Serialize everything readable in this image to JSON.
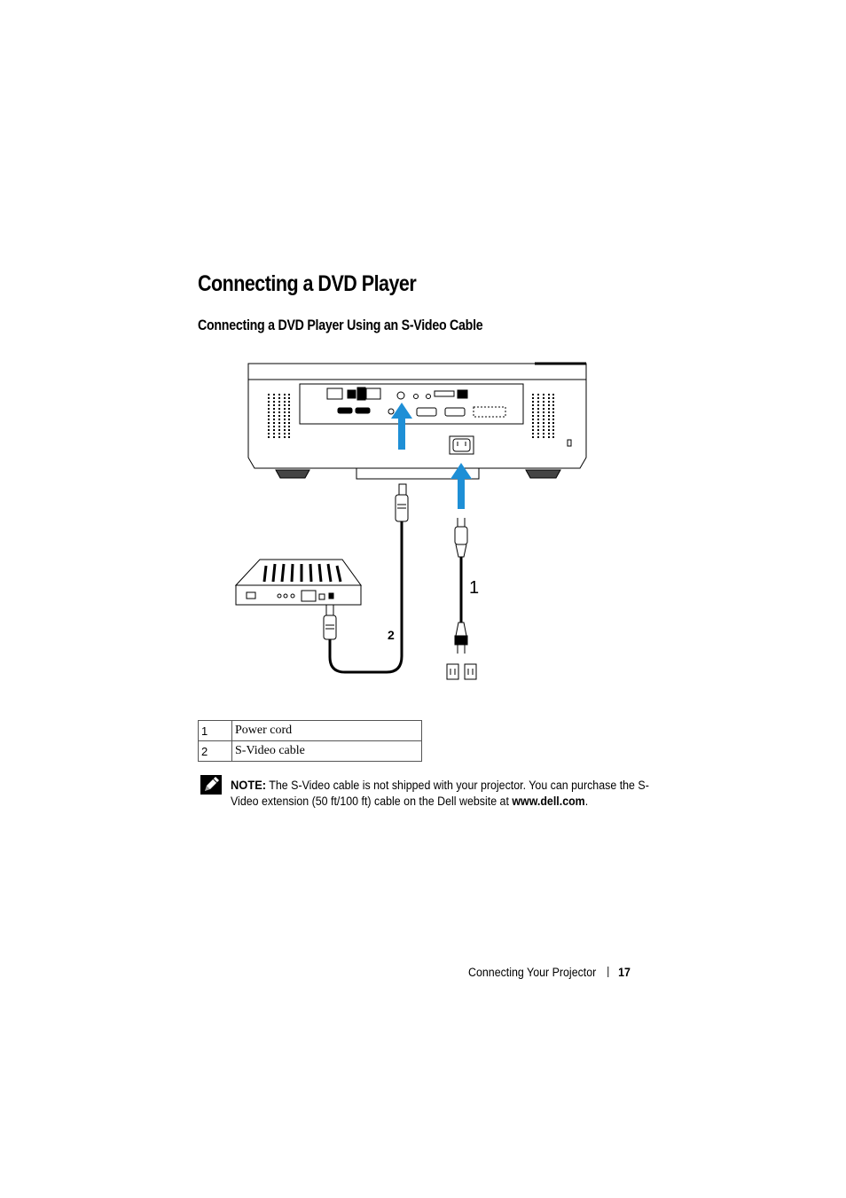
{
  "heading": "Connecting a DVD Player",
  "subheading": "Connecting a DVD Player Using an S-Video Cable",
  "callouts": {
    "one": "1",
    "two": "2"
  },
  "parts": [
    {
      "num": "1",
      "desc": "Power cord"
    },
    {
      "num": "2",
      "desc": "S-Video cable"
    }
  ],
  "note": {
    "label": "NOTE:",
    "text": " The S-Video cable is not shipped with your projector. You can purchase the S-Video extension (50 ft/100 ft) cable on the Dell website at ",
    "link": "www.dell.com",
    "end": "."
  },
  "footer": {
    "section": "Connecting Your Projector",
    "page": "17"
  },
  "colors": {
    "arrow": "#1e8fd6",
    "ink": "#000000"
  },
  "icons": [
    "pencil-note-icon"
  ]
}
